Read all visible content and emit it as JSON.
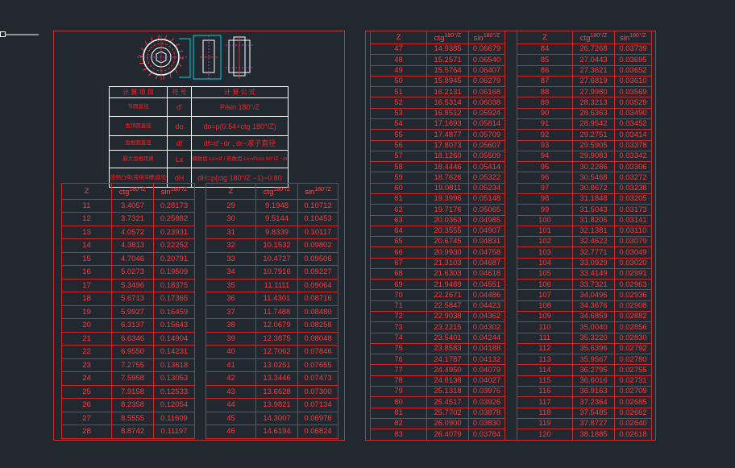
{
  "colors": {
    "background": "#212830",
    "line": "#d02828",
    "text": "#ff3a3a",
    "accent_cyan": "#00d8e0",
    "accent_magenta": "#e040e0",
    "white": "#ffffff"
  },
  "icons": [
    "ucs-corner-icon",
    "sprocket-front-view-icon",
    "sprocket-side-view-icon",
    "sprocket-hub-view-icon"
  ],
  "header": {
    "col_z": "Z",
    "col_ctg": "ctg",
    "col_sin": "sin",
    "frac_num": "180°",
    "frac_den": "Z"
  },
  "params": {
    "head": [
      "计 算 项 目",
      "符 号",
      "计 算 公 式"
    ],
    "rows": [
      {
        "item": "节圆直径",
        "sym": "d'",
        "formula": "P/sin 180°/Z"
      },
      {
        "item": "齿顶圆直径",
        "sym": "do",
        "formula": "do=p(0.54+ctg 180°/Z)"
      },
      {
        "item": "齿根圆直径",
        "sym": "df",
        "formula": "df=d'−dr , dr−滚子直径"
      },
      {
        "item": "最大齿根距离",
        "sym": "Lx",
        "formula": "偶数齿 Lx=df / 奇数齿 Lx=d'cos 90°/Z −dr"
      },
      {
        "item": "齿侧凸缘(或排间槽)直径",
        "sym": "dH",
        "formula": "dH=p(ctg 180°/Z −1)−0.80"
      }
    ]
  },
  "table_a": [
    [
      "11",
      "3.4057",
      "0.28173"
    ],
    [
      "12",
      "3.7321",
      "0.25882"
    ],
    [
      "13",
      "4.0572",
      "0.23931"
    ],
    [
      "14",
      "4.3813",
      "0.22252"
    ],
    [
      "15",
      "4.7046",
      "0.20791"
    ],
    [
      "16",
      "5.0273",
      "0.19509"
    ],
    [
      "17",
      "5.3496",
      "0.18375"
    ],
    [
      "18",
      "5.6713",
      "0.17365"
    ],
    [
      "19",
      "5.9927",
      "0.16459"
    ],
    [
      "20",
      "6.3137",
      "0.15643"
    ],
    [
      "21",
      "6.6346",
      "0.14904"
    ],
    [
      "22",
      "6.9550",
      "0.14231"
    ],
    [
      "23",
      "7.2755",
      "0.13618"
    ],
    [
      "24",
      "7.5958",
      "0.13053"
    ],
    [
      "25",
      "7.9158",
      "0.12533"
    ],
    [
      "26",
      "8.2358",
      "0.12054"
    ],
    [
      "27",
      "8.5555",
      "0.11609"
    ],
    [
      "28",
      "8.8742",
      "0.11197"
    ]
  ],
  "table_b": [
    [
      "29",
      "9.1948",
      "0.10712"
    ],
    [
      "30",
      "9.5144",
      "0.10453"
    ],
    [
      "31",
      "9.8339",
      "0.10117"
    ],
    [
      "32",
      "10.1532",
      "0.09802"
    ],
    [
      "33",
      "10.4727",
      "0.09506"
    ],
    [
      "34",
      "10.7916",
      "0.09227"
    ],
    [
      "35",
      "11.1111",
      "0.09064"
    ],
    [
      "36",
      "11.4301",
      "0.08716"
    ],
    [
      "37",
      "11.7488",
      "0.08480"
    ],
    [
      "38",
      "12.0679",
      "0.08258"
    ],
    [
      "39",
      "12.3875",
      "0.08048"
    ],
    [
      "40",
      "12.7062",
      "0.07846"
    ],
    [
      "41",
      "13.0251",
      "0.07655"
    ],
    [
      "42",
      "13.3446",
      "0.07473"
    ],
    [
      "43",
      "13.6628",
      "0.07300"
    ],
    [
      "44",
      "13.9821",
      "0.07134"
    ],
    [
      "45",
      "14.3007",
      "0.06976"
    ],
    [
      "46",
      "14.6194",
      "0.06824"
    ]
  ],
  "table_c": [
    [
      "47",
      "14.9385",
      "0.06679"
    ],
    [
      "48",
      "15.2571",
      "0.06540"
    ],
    [
      "49",
      "15.5764",
      "0.06407"
    ],
    [
      "50",
      "15.8945",
      "0.06279"
    ],
    [
      "51",
      "16.2131",
      "0.06168"
    ],
    [
      "52",
      "16.5314",
      "0.06038"
    ],
    [
      "53",
      "16.8512",
      "0.05924"
    ],
    [
      "54",
      "17.1693",
      "0.05814"
    ],
    [
      "55",
      "17.4877",
      "0.05709"
    ],
    [
      "56",
      "17.8073",
      "0.05607"
    ],
    [
      "57",
      "18.1260",
      "0.05509"
    ],
    [
      "58",
      "18.4446",
      "0.05414"
    ],
    [
      "59",
      "18.7626",
      "0.05322"
    ],
    [
      "60",
      "19.0811",
      "0.05234"
    ],
    [
      "61",
      "19.3996",
      "0.05148"
    ],
    [
      "62",
      "19.7176",
      "0.05065"
    ],
    [
      "63",
      "20.0363",
      "0.04985"
    ],
    [
      "64",
      "20.3555",
      "0.04907"
    ],
    [
      "65",
      "20.6745",
      "0.04831"
    ],
    [
      "66",
      "20.9930",
      "0.04758"
    ],
    [
      "67",
      "21.3103",
      "0.04687"
    ],
    [
      "68",
      "21.6303",
      "0.04618"
    ],
    [
      "69",
      "21.9489",
      "0.04551"
    ],
    [
      "70",
      "22.2671",
      "0.04486"
    ],
    [
      "71",
      "22.5847",
      "0.04423"
    ],
    [
      "72",
      "22.9038",
      "0.04362"
    ],
    [
      "73",
      "23.2215",
      "0.04302"
    ],
    [
      "74",
      "23.5401",
      "0.04244"
    ],
    [
      "75",
      "23.8583",
      "0.04188"
    ],
    [
      "76",
      "24.1787",
      "0.04132"
    ],
    [
      "77",
      "24.4950",
      "0.04079"
    ],
    [
      "78",
      "24.8138",
      "0.04027"
    ],
    [
      "79",
      "25.1318",
      "0.03976"
    ],
    [
      "80",
      "25.4517",
      "0.03926"
    ],
    [
      "81",
      "25.7702",
      "0.03878"
    ],
    [
      "82",
      "26.0900",
      "0.03830"
    ],
    [
      "83",
      "26.4079",
      "0.03784"
    ]
  ],
  "table_d": [
    [
      "84",
      "26.7268",
      "0.03739"
    ],
    [
      "85",
      "27.0443",
      "0.03695"
    ],
    [
      "86",
      "27.3621",
      "0.03652"
    ],
    [
      "87",
      "27.6819",
      "0.03610"
    ],
    [
      "88",
      "27.9980",
      "0.03569"
    ],
    [
      "89",
      "28.3213",
      "0.03529"
    ],
    [
      "90",
      "28.6363",
      "0.03490"
    ],
    [
      "91",
      "28.9542",
      "0.03452"
    ],
    [
      "92",
      "29.2751",
      "0.03414"
    ],
    [
      "93",
      "29.5905",
      "0.03378"
    ],
    [
      "94",
      "29.9083",
      "0.03342"
    ],
    [
      "95",
      "30.2286",
      "0.03306"
    ],
    [
      "96",
      "30.5468",
      "0.03272"
    ],
    [
      "97",
      "30.8672",
      "0.03238"
    ],
    [
      "98",
      "31.1848",
      "0.03205"
    ],
    [
      "99",
      "31.5043",
      "0.03173"
    ],
    [
      "100",
      "31.8205",
      "0.03141"
    ],
    [
      "101",
      "32.1381",
      "0.03110"
    ],
    [
      "102",
      "32.4622",
      "0.03079"
    ],
    [
      "103",
      "32.7771",
      "0.03049"
    ],
    [
      "104",
      "33.0929",
      "0.03020"
    ],
    [
      "105",
      "33.4149",
      "0.02991"
    ],
    [
      "106",
      "33.7321",
      "0.02963"
    ],
    [
      "107",
      "34.0496",
      "0.02936"
    ],
    [
      "108",
      "34.3676",
      "0.02908"
    ],
    [
      "109",
      "34.6859",
      "0.02882"
    ],
    [
      "110",
      "35.0040",
      "0.02856"
    ],
    [
      "111",
      "35.3220",
      "0.02830"
    ],
    [
      "112",
      "35.6396",
      "0.02792"
    ],
    [
      "113",
      "35.9567",
      "0.02780"
    ],
    [
      "114",
      "36.2795",
      "0.02755"
    ],
    [
      "115",
      "36.6016",
      "0.02731"
    ],
    [
      "116",
      "36.9163",
      "0.02709"
    ],
    [
      "117",
      "37.2364",
      "0.02685"
    ],
    [
      "118",
      "37.5485",
      "0.02662"
    ],
    [
      "119",
      "37.8727",
      "0.02640"
    ],
    [
      "120",
      "38.1885",
      "0.02618"
    ]
  ]
}
